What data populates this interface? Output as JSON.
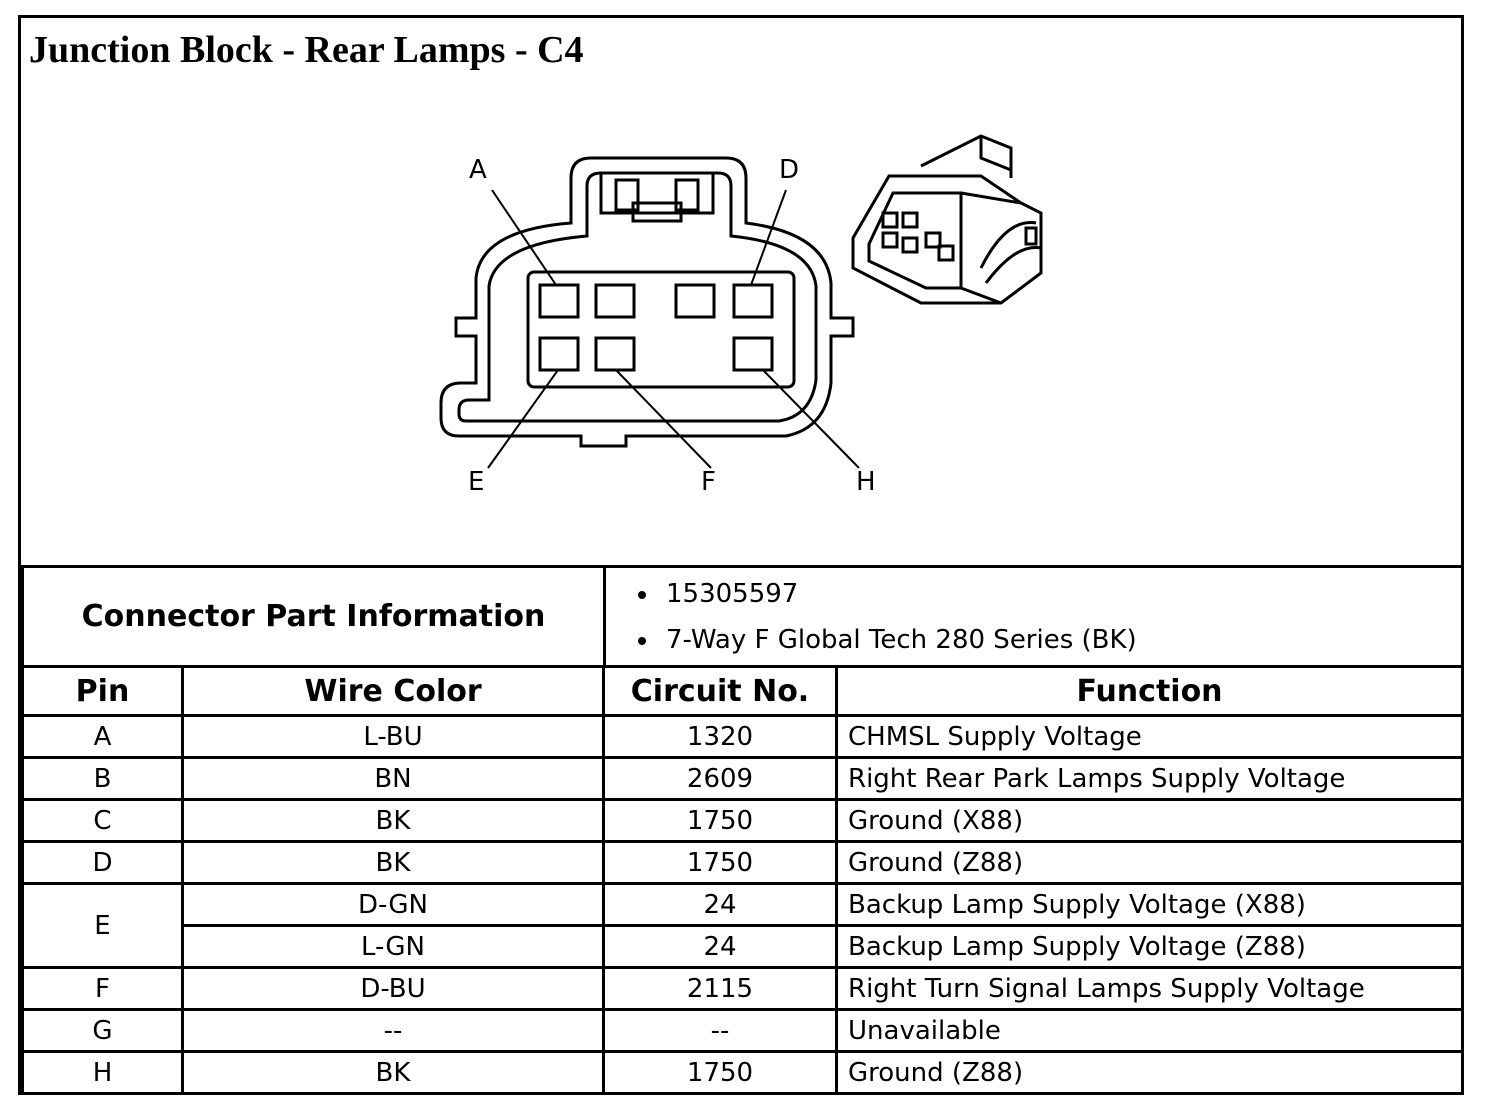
{
  "title": "Junction Block - Rear Lamps - C4",
  "callouts": [
    "A",
    "D",
    "E",
    "F",
    "H"
  ],
  "connector_info": {
    "label": "Connector Part Information",
    "items": [
      "15305597",
      "7-Way F Global Tech 280 Series (BK)"
    ]
  },
  "pin_table": {
    "headers": [
      "Pin",
      "Wire Color",
      "Circuit No.",
      "Function"
    ],
    "rows": [
      {
        "pin": "A",
        "wire": "L-BU",
        "circuit": "1320",
        "function": "CHMSL Supply Voltage"
      },
      {
        "pin": "B",
        "wire": "BN",
        "circuit": "2609",
        "function": "Right Rear Park Lamps Supply Voltage"
      },
      {
        "pin": "C",
        "wire": "BK",
        "circuit": "1750",
        "function": "Ground (X88)"
      },
      {
        "pin": "D",
        "wire": "BK",
        "circuit": "1750",
        "function": "Ground (Z88)"
      },
      {
        "pin": "E",
        "wire": "D-GN",
        "circuit": "24",
        "function": "Backup Lamp Supply Voltage (X88)"
      },
      {
        "pin": "",
        "wire": "L-GN",
        "circuit": "24",
        "function": "Backup Lamp Supply Voltage (Z88)"
      },
      {
        "pin": "F",
        "wire": "D-BU",
        "circuit": "2115",
        "function": "Right Turn Signal Lamps Supply Voltage"
      },
      {
        "pin": "G",
        "wire": "--",
        "circuit": "--",
        "function": "Unavailable"
      },
      {
        "pin": "H",
        "wire": "BK",
        "circuit": "1750",
        "function": "Ground (Z88)"
      }
    ]
  }
}
